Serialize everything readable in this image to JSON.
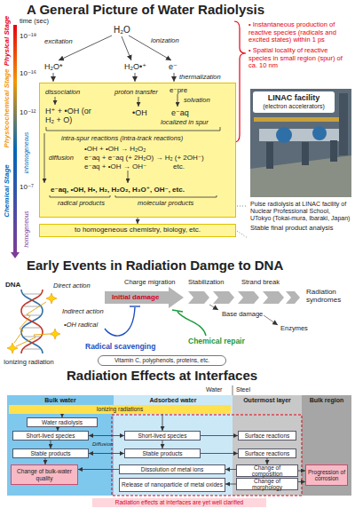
{
  "diagram": {
    "title": "A General Picture of Water Radiolysis",
    "nodes": [
      {
        "text": [
          "dissociation",
          "proton transfer",
          "e⁻pre",
          "solvation",
          "H⁺ + •OH (or H₂ + O)",
          "•OH",
          "e⁻aq",
          "localized in spur",
          "intra-spur reactions (intra-track reactions)",
          "•OH + •OH → H₂O₂",
          "e⁻aq + e⁻aq (+ 2H₂O) → H₂ (+ 2OH⁻)",
          "e⁻aq + •OH → OH⁻",
          "etc.",
          "diffusion",
          "e⁻aq, •OH, H•, H₂, H₂O₂, H₃O⁺, OH⁻, etc.",
          "radical products",
          "molecular products"
        ]
      },
      {
        "text": [
          "to homogeneous chemistry, biology, etc."
        ]
      },
      {
        "text": [
          "LINAC facility",
          "(electron accelerators)"
        ]
      },
      {
        "text": [
          "Vitamin C, polyphenols, proteins, etc."
        ]
      },
      {
        "text": [
          "Bulk water"
        ]
      },
      {
        "text": [
          "Adsorbed water"
        ]
      },
      {
        "text": [
          "Outermost layer"
        ]
      },
      {
        "text": [
          "Bulk region"
        ]
      },
      {
        "text": [
          "Ionizing radiations"
        ]
      },
      {
        "text": [
          "Water radiolysis"
        ],
        "in": 4
      },
      {
        "text": [
          "Short-lived species"
        ],
        "in": 4
      },
      {
        "text": [
          "Stable products"
        ],
        "in": 4
      },
      {
        "text": [
          "Change of bulk-water quality"
        ],
        "in": 4
      },
      {
        "text": [
          "Short-lived species"
        ],
        "in": 5
      },
      {
        "text": [
          "Stable products"
        ],
        "in": 5
      },
      {
        "text": [
          "Dissolution of metal ions"
        ],
        "in": 5
      },
      {
        "text": [
          "Release of nanoparticle of metal oxides"
        ],
        "in": 5
      },
      {
        "text": [
          "Surface reactions"
        ],
        "in": 6
      },
      {
        "text": [
          "Surface reactions"
        ],
        "in": 6
      },
      {
        "text": [
          "Change of composition"
        ],
        "in": 6
      },
      {
        "text": [
          "Change of morphology"
        ],
        "in": 6
      },
      {
        "text": [
          "Progression of corrosion"
        ],
        "in": 7
      },
      {
        "text": [
          "Radiation effects at interfaces are yet well clarified"
        ]
      }
    ],
    "edges": [
      {
        "from": 0,
        "to": 1,
        "arrow": "to"
      },
      {
        "from": 8,
        "to": 9,
        "arrow": "to"
      },
      {
        "from": 8,
        "to": 13,
        "arrow": "to"
      },
      {
        "from": 9,
        "to": 10,
        "arrow": "to"
      },
      {
        "from": 10,
        "to": 11,
        "arrow": "to"
      },
      {
        "from": 13,
        "to": 14,
        "arrow": "to"
      },
      {
        "from": 10,
        "to": 13,
        "arrow": "both"
      },
      {
        "from": 11,
        "to": 14,
        "arrow": "both"
      },
      {
        "from": 13,
        "to": 17,
        "arrow": "to"
      },
      {
        "from": 14,
        "to": 18,
        "arrow": "to"
      },
      {
        "from": 11,
        "to": 12,
        "arrow": "to"
      },
      {
        "from": 18,
        "to": 19,
        "arrow": "to"
      },
      {
        "from": 19,
        "to": 15,
        "arrow": "to"
      },
      {
        "from": 15,
        "to": 12,
        "arrow": "to"
      },
      {
        "from": 20,
        "to": 16,
        "arrow": "to"
      },
      {
        "from": 19,
        "to": 21,
        "arrow": "to"
      },
      {
        "from": 20,
        "to": 21,
        "arrow": "to"
      }
    ],
    "labels": [
      "time (sec)",
      "10⁻¹⁸",
      "10⁻¹⁶",
      "10⁻¹²",
      "10⁻⁷",
      "Physical Stage",
      "Physicochemical Stage",
      "Chemical Stage",
      "inhomogeneous",
      "homogeneous",
      "H₂O",
      "excitation",
      "ionization",
      "H₂O*",
      "H₂O•⁺",
      "e⁻",
      "thermalization",
      "• Instantaneous production of reactive species (radicals and excited states) within 1 ps",
      "• Spatial locality of reactive species in small region (spur) of ca. 10 nm",
      "Pulse radiolysis at LINAC facility of Nuclear Professional School, UTokyo (Tokai-mura, Ibaraki, Japan)",
      "Stable final product analysis",
      "Early Events in Radiation Damge to DNA",
      "DNA",
      "Direct action",
      "Indirect action",
      "•OH radical",
      "Ionizing radiation",
      "Initial damage",
      "Charge migration",
      "Stabilization",
      "Strand break",
      "Base damage",
      "Radiation syndromes",
      "Enzymes",
      "Radical scavenging",
      "Chemical repair",
      "Radiation Effects at Interfaces",
      "Water",
      "Steel",
      "Diffusion"
    ]
  }
}
